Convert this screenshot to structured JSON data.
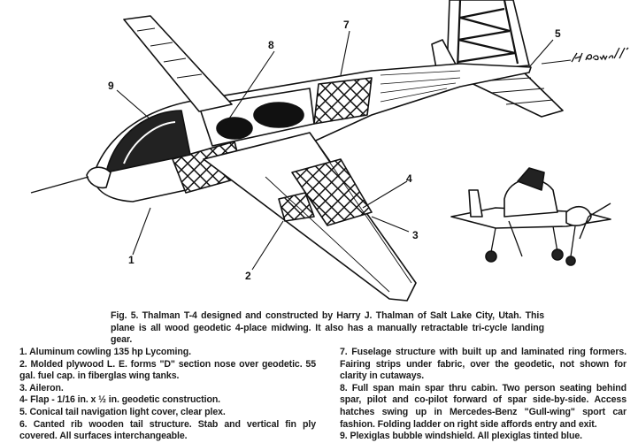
{
  "figure": {
    "caption": "Fig. 5. Thalman T-4 designed and constructed by Harry J. Thalman of Salt Lake City, Utah. This plane is all wood geodetic 4-place midwing. It also has a manually retractable tri-cycle landing gear.",
    "callouts": [
      "1",
      "2",
      "3",
      "4",
      "5",
      "7",
      "8",
      "9"
    ],
    "signature": "H. Powell"
  },
  "notes": {
    "left": [
      "1. Aluminum cowling 135 hp Lycoming.",
      "2. Molded plywood L. E. forms \"D\" section nose over geodetic. 55 gal. fuel cap. in fiberglas wing tanks.",
      "3. Aileron.",
      "4- Flap - 1/16 in. x ½ in. geodetic construction.",
      "5. Conical tail navigation light cover, clear plex.",
      "6. Canted rib wooden tail structure. Stab and vertical fin ply covered. All surfaces interchangeable."
    ],
    "right": [
      "7. Fuselage structure with built up and laminated ring formers. Fairing strips under fabric, over the geodetic, not shown for clarity in cutaways.",
      "8. Full span main spar thru cabin. Two person seating behind spar, pilot and co-pilot forward of spar side-by-side. Access hatches swing up in Mercedes-Benz \"Gull-wing\" sport car fashion. Folding ladder on right side affords entry and exit.",
      "9. Plexiglas bubble windshield. All plexiglas tinted blue."
    ]
  }
}
